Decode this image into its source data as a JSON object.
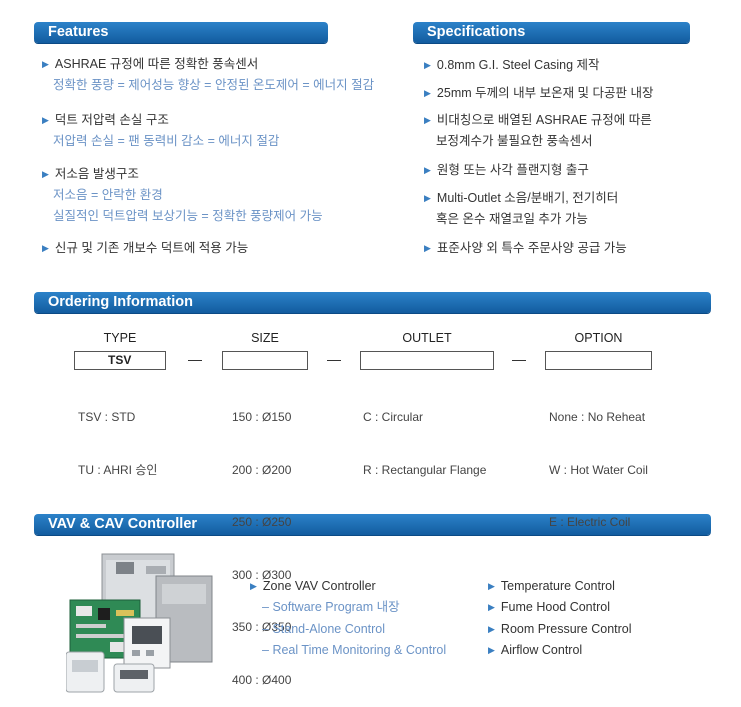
{
  "features": {
    "title": "Features",
    "items": [
      {
        "main": "ASHRAE 규정에 따른 정확한 풍속센서",
        "subs": [
          "정확한 풍량 = 제어성능 향상 = 안정된 온도제어 = 에너지 절감"
        ]
      },
      {
        "main": "덕트 저압력 손실 구조",
        "subs": [
          "저압력 손실 = 팬 동력비 감소 = 에너지 절감"
        ]
      },
      {
        "main": "저소음 발생구조",
        "subs": [
          "저소음 = 안락한 환경",
          "실질적인 덕트압력 보상기능 = 정확한 풍량제어 가능"
        ]
      },
      {
        "main": "신규 및 기존 개보수 덕트에 적용 가능",
        "subs": []
      }
    ]
  },
  "specifications": {
    "title": "Specifications",
    "items": [
      [
        "0.8mm G.I. Steel Casing 제작"
      ],
      [
        "25mm 두께의 내부 보온재 및 다공판 내장"
      ],
      [
        "비대칭으로 배열된 ASHRAE 규정에 따른",
        "보정계수가 불필요한 풍속센서"
      ],
      [
        "원형 또는 사각 플랜지형 출구"
      ],
      [
        "Multi-Outlet 소음/분배기, 전기히터",
        "혹은 온수 재열코일 추가 가능"
      ],
      [
        "표준사양 외 특수 주문사양 공급 가능"
      ]
    ]
  },
  "ordering": {
    "title": "Ordering Information",
    "columns": [
      {
        "header": "TYPE",
        "box_value": "TSV",
        "options": [
          "TSV : STD",
          "TU : AHRI 승인"
        ]
      },
      {
        "header": "SIZE",
        "box_value": "",
        "options": [
          "150 : Ø150",
          "200 : Ø200",
          "250 : Ø250",
          "300 : Ø300",
          "350 : Ø350",
          "400 : Ø400"
        ]
      },
      {
        "header": "OUTLET",
        "box_value": "",
        "options": [
          "C : Circular",
          "R : Rectangular Flange"
        ]
      },
      {
        "header": "OPTION",
        "box_value": "",
        "options": [
          "None : No Reheat",
          "W : Hot Water Coil",
          "E : Electric Coil"
        ]
      }
    ]
  },
  "controller": {
    "title": "VAV & CAV Controller",
    "left_main": "Zone VAV Controller",
    "left_subs": [
      "Software Program 내장",
      "Stand-Alone Control",
      "Real Time Monitoring & Control"
    ],
    "right_items": [
      "Temperature Control",
      "Fume Hood Control",
      "Room Pressure Control",
      "Airflow Control"
    ]
  },
  "colors": {
    "bar": "#1b6db5",
    "sub_text": "#6b93c6",
    "bullet": "#3a7fc1"
  }
}
